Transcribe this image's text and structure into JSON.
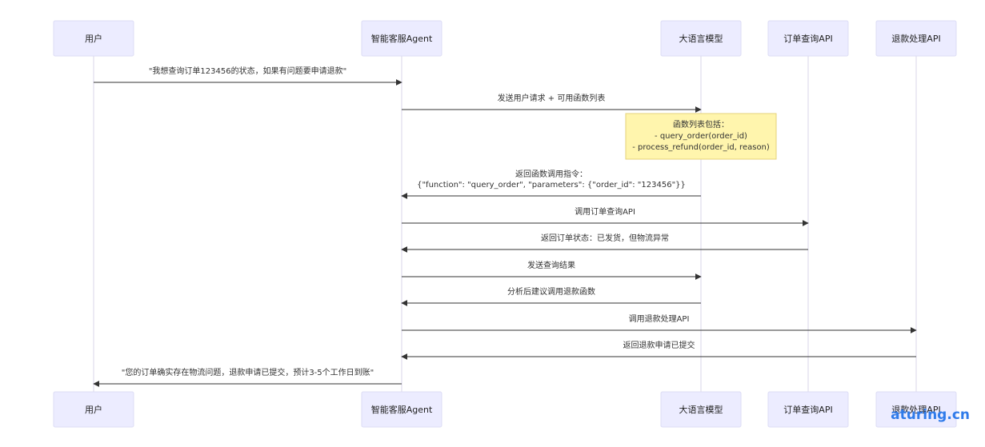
{
  "colors": {
    "actor_fill": "#ECECFF",
    "actor_border": "#DCDCF5",
    "lifeline": "#D8D6E8",
    "message": "#333333",
    "note_fill": "#FFF5AD",
    "note_border": "#E6D27A",
    "watermark": "#2F7BEA"
  },
  "actors": [
    {
      "id": "user",
      "label": "用户"
    },
    {
      "id": "agent",
      "label": "智能客服Agent"
    },
    {
      "id": "llm",
      "label": "大语言模型"
    },
    {
      "id": "order_api",
      "label": "订单查询API"
    },
    {
      "id": "refund_api",
      "label": "退款处理API"
    }
  ],
  "messages": [
    {
      "from": "user",
      "to": "agent",
      "lines": [
        "\"我想查询订单123456的状态，如果有问题要申请退款\""
      ]
    },
    {
      "from": "agent",
      "to": "llm",
      "lines": [
        "发送用户请求 + 可用函数列表"
      ]
    },
    {
      "from": "llm",
      "to": "agent",
      "lines": [
        "返回函数调用指令：",
        "{\"function\": \"query_order\", \"parameters\": {\"order_id\": \"123456\"}}"
      ]
    },
    {
      "from": "agent",
      "to": "order_api",
      "lines": [
        "调用订单查询API"
      ]
    },
    {
      "from": "order_api",
      "to": "agent",
      "lines": [
        "返回订单状态：已发货，但物流异常"
      ]
    },
    {
      "from": "agent",
      "to": "llm",
      "lines": [
        "发送查询结果"
      ]
    },
    {
      "from": "llm",
      "to": "agent",
      "lines": [
        "分析后建议调用退款函数"
      ]
    },
    {
      "from": "agent",
      "to": "refund_api",
      "lines": [
        "调用退款处理API"
      ]
    },
    {
      "from": "refund_api",
      "to": "agent",
      "lines": [
        "返回退款申请已提交"
      ]
    },
    {
      "from": "agent",
      "to": "user",
      "lines": [
        "\"您的订单确实存在物流问题，退款申请已提交，预计3-5个工作日到账\""
      ]
    }
  ],
  "note": {
    "over": "llm",
    "lines": [
      "函数列表包括：",
      "- query_order(order_id)",
      "- process_refund(order_id, reason)"
    ]
  },
  "watermark": "aturing.cn"
}
